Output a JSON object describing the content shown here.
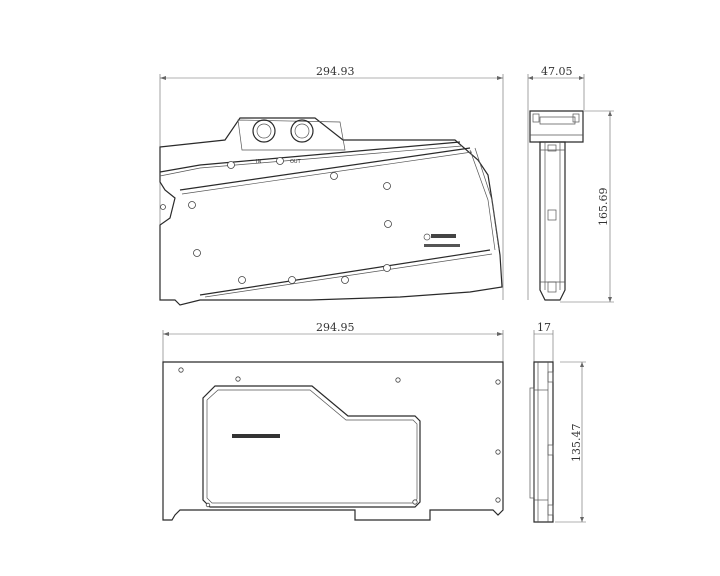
{
  "drawing": {
    "top_front": {
      "width_dim": "294.93"
    },
    "top_side": {
      "width_dim": "47.05",
      "height_dim": "165.69"
    },
    "bottom_front": {
      "width_dim": "294.95"
    },
    "bottom_side": {
      "width_dim": "17",
      "height_dim": "135.47"
    },
    "port_labels": {
      "in": "IN",
      "out": "OUT"
    },
    "colors": {
      "line": "#2a2a2a",
      "background": "#ffffff"
    },
    "icons": [
      "screw-hole-icon",
      "terminal-port-icon",
      "brand-logo-icon"
    ]
  }
}
